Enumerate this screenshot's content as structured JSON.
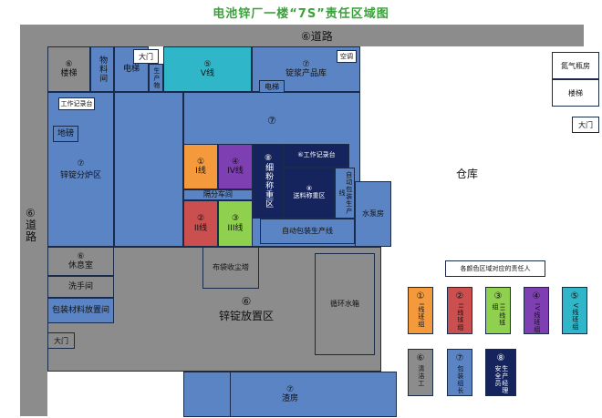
{
  "title": "电池锌厂一楼“7S”责任区域图",
  "roads": {
    "top": "⑥道路",
    "left": "⑥道路"
  },
  "zones": {
    "stair_left": {
      "num": "⑥",
      "label": "楼梯"
    },
    "gate_top": "大门",
    "material_room": "物料间",
    "electric_room_1": "电梯",
    "raw_material": "生产物",
    "v_line": {
      "num": "⑤",
      "label": "V线"
    },
    "electric_room_2": "电梯",
    "powder_storage": {
      "num": "⑦",
      "label": "锭浆产品库"
    },
    "air_valve": "空调",
    "tool_room": "工作记录台",
    "toilet": "地磅",
    "zinc_packing": {
      "num": "⑦",
      "label": "锌锭分炉区"
    },
    "center_zone": "⑦",
    "line1": {
      "num": "①",
      "label": "I线"
    },
    "line4": {
      "num": "④",
      "label": "IV线"
    },
    "fine_powder": {
      "num": "⑧",
      "label": "细粉称重区"
    },
    "work_table": "⑥工作记录台",
    "weigh_area": {
      "num": "⑧",
      "label": "送料称重区"
    },
    "auto_pack_area": "自动包装生产线",
    "line_workshop": "隔分车间",
    "line2": {
      "num": "②",
      "label": "II线"
    },
    "line3": {
      "num": "③",
      "label": "III线"
    },
    "auto_pack_line": "自动包装生产线",
    "water_pump": "水泵房",
    "warehouse": "仓库",
    "exhaust": "氮气瓶房",
    "stair_right": "楼梯",
    "gate_right": "大门",
    "rest_room": {
      "num": "⑥",
      "label": "休息室"
    },
    "wash_room": "洗手间",
    "package_storage": "包装材料放置间",
    "dust_tower": "布袋收尘塔",
    "zinc_ingot_area": {
      "num": "⑥",
      "label": "锌锭放置区"
    },
    "cooling_tank": "循环水箱",
    "gate_bottom": "大门",
    "bottom_room": {
      "num": "⑦",
      "label": "渣房"
    }
  },
  "legend": {
    "title": "各颜色区域对应的责任人",
    "items": [
      {
        "num": "①",
        "label": "I线班组",
        "color": "#f49a3c"
      },
      {
        "num": "②",
        "label": "II线班组",
        "color": "#cc4f4f"
      },
      {
        "num": "③",
        "label": "III线班组",
        "color": "#8fd14f"
      },
      {
        "num": "④",
        "label": "IV线班组",
        "color": "#7e3fb3"
      },
      {
        "num": "⑤",
        "label": "V线班组",
        "color": "#2fb7c9"
      },
      {
        "num": "⑥",
        "label": "清洁工",
        "color": "#8c8c8c"
      },
      {
        "num": "⑦",
        "label": "包装组长",
        "color": "#5b84c4"
      },
      {
        "num": "⑧",
        "label": "生产经理安全员",
        "color": "#15245c"
      }
    ]
  }
}
